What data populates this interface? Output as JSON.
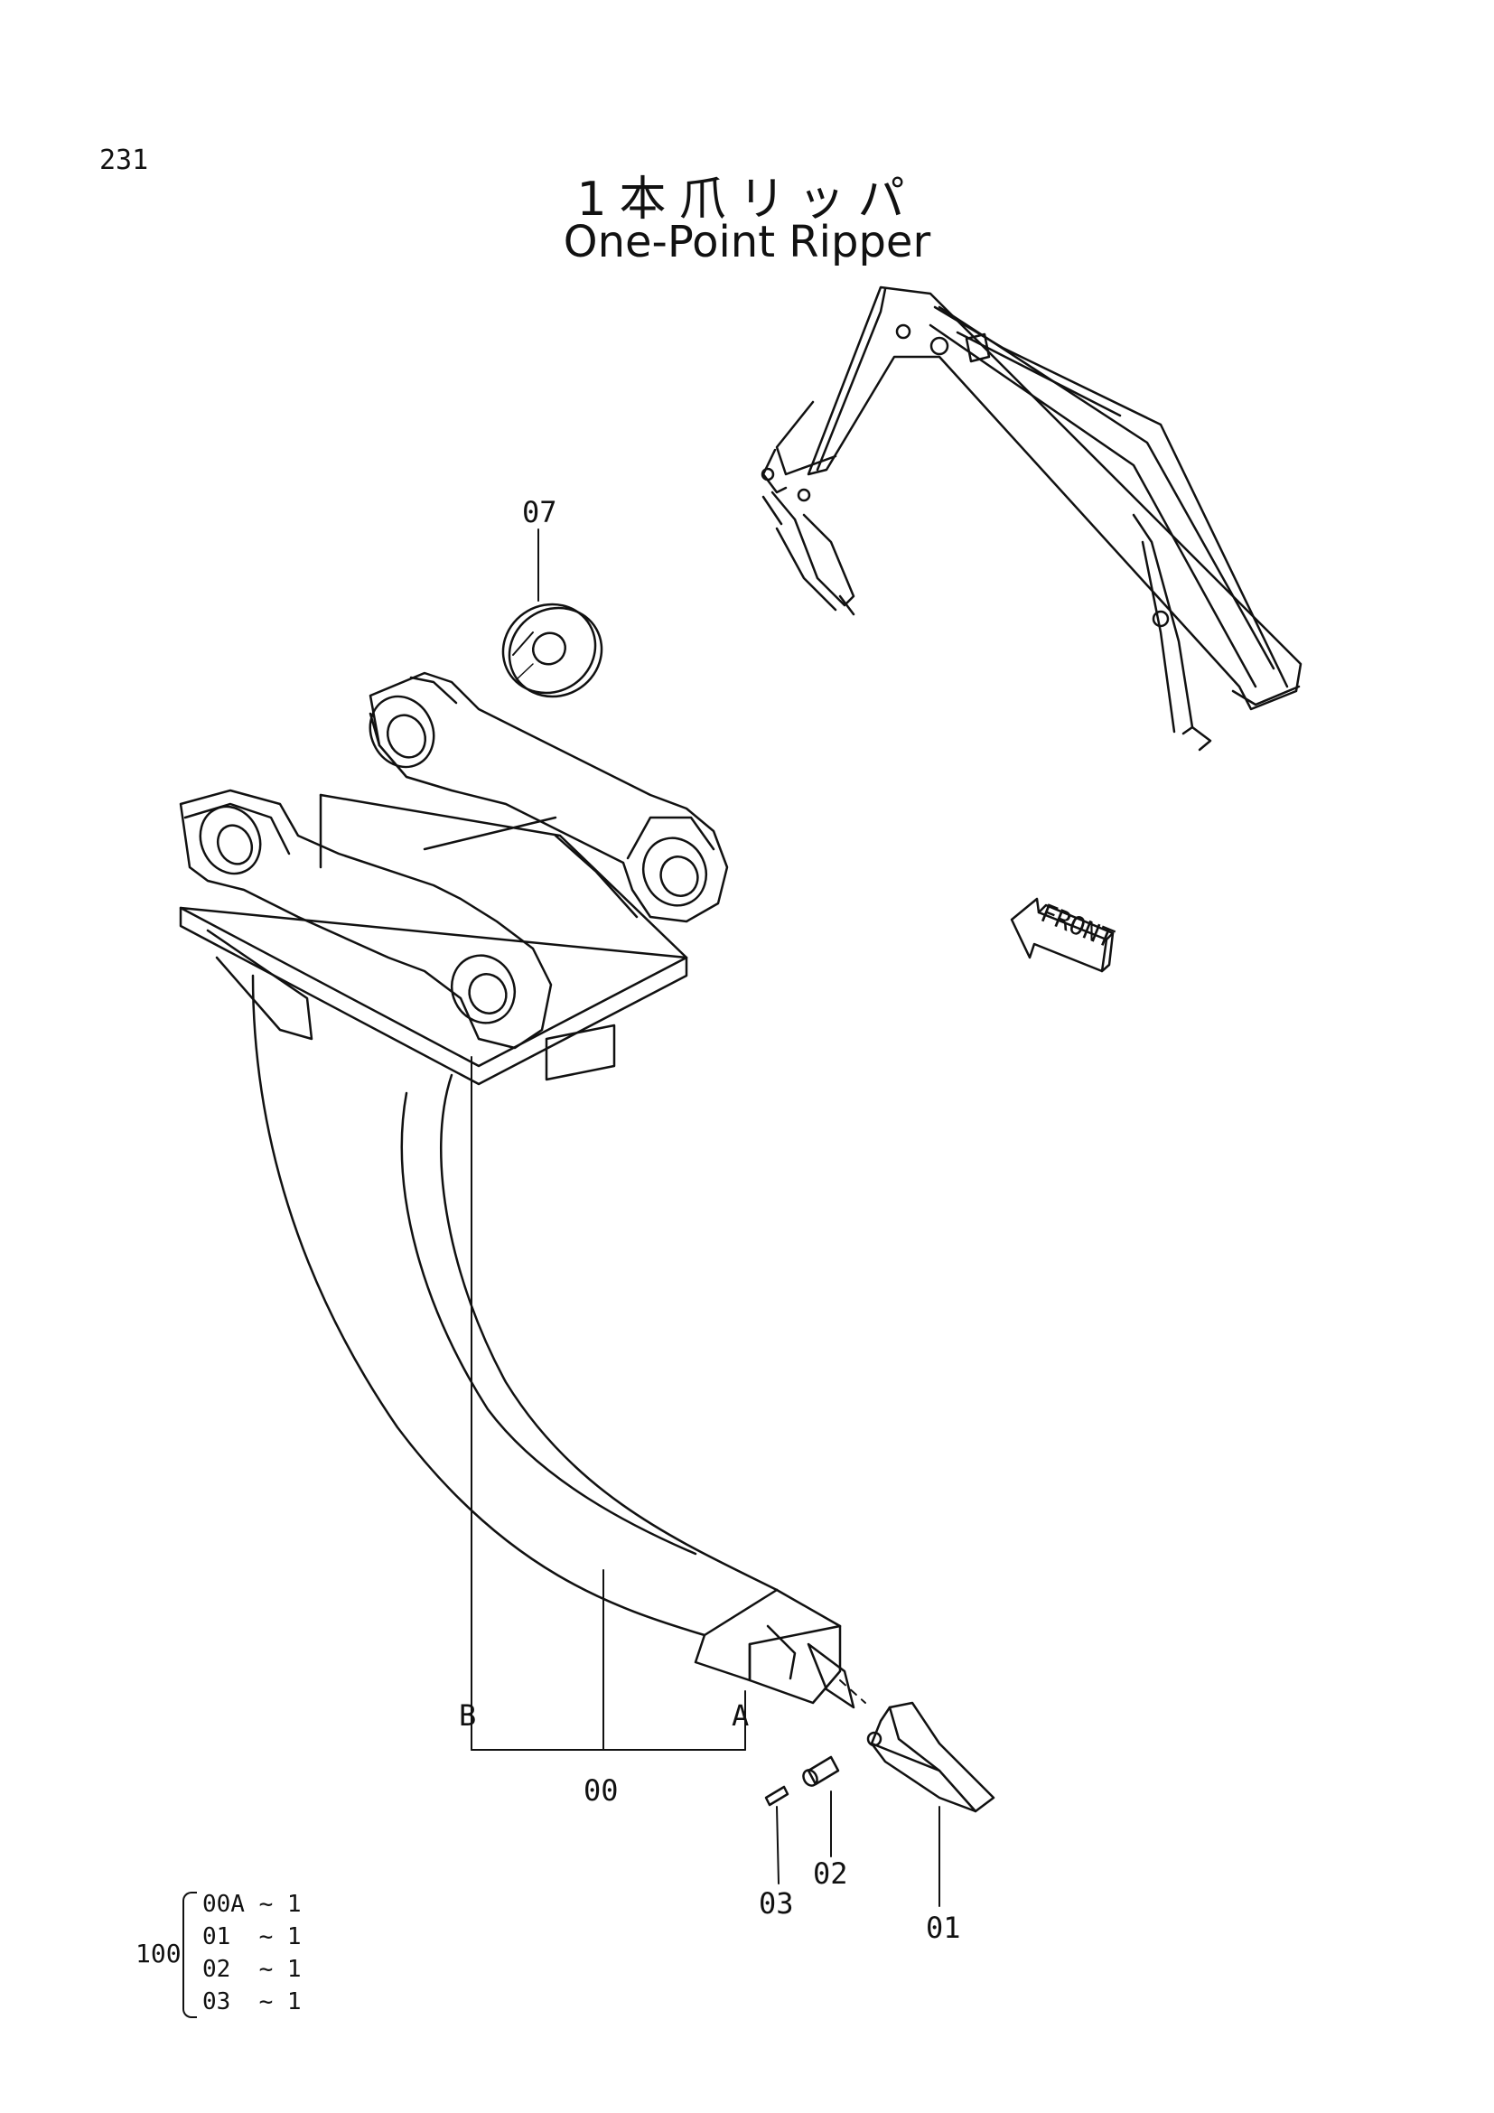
{
  "page": {
    "number": "231"
  },
  "title": {
    "japanese": "1本爪リッパ",
    "english": "One-Point Ripper"
  },
  "direction_label": "FRONT",
  "callouts": {
    "p00": "00",
    "p01": "01",
    "p02": "02",
    "p03": "03",
    "p07": "07",
    "ref_a": "A",
    "ref_b": "B"
  },
  "parts_kit": {
    "number": "100",
    "lines": [
      "00A ~ 1",
      "01  ~ 1",
      "02  ~ 1",
      "03  ~ 1"
    ]
  }
}
